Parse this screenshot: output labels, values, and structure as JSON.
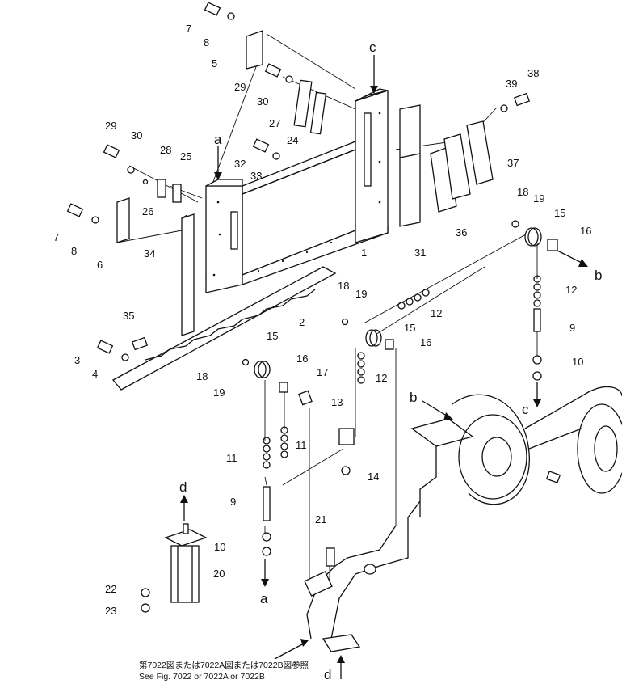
{
  "parts": [
    "1",
    "2",
    "3",
    "4",
    "5",
    "6",
    "7",
    "8",
    "9",
    "10",
    "11",
    "12",
    "13",
    "14",
    "15",
    "16",
    "17",
    "18",
    "19",
    "20",
    "21",
    "22",
    "23",
    "24",
    "25",
    "26",
    "27",
    "28",
    "29",
    "30",
    "31",
    "32",
    "33",
    "34",
    "35",
    "36",
    "37",
    "38",
    "39"
  ],
  "callout_labels": [
    {
      "id": "7a",
      "text": "7"
    },
    {
      "id": "8a",
      "text": "8"
    },
    {
      "id": "5",
      "text": "5"
    },
    {
      "id": "29a",
      "text": "29"
    },
    {
      "id": "30a",
      "text": "30"
    },
    {
      "id": "27",
      "text": "27"
    },
    {
      "id": "24",
      "text": "24"
    },
    {
      "id": "32",
      "text": "32"
    },
    {
      "id": "33",
      "text": "33"
    },
    {
      "id": "29b",
      "text": "29"
    },
    {
      "id": "30b",
      "text": "30"
    },
    {
      "id": "28",
      "text": "28"
    },
    {
      "id": "25",
      "text": "25"
    },
    {
      "id": "26",
      "text": "26"
    },
    {
      "id": "7b",
      "text": "7"
    },
    {
      "id": "8b",
      "text": "8"
    },
    {
      "id": "6",
      "text": "6"
    },
    {
      "id": "34",
      "text": "34"
    },
    {
      "id": "1",
      "text": "1"
    },
    {
      "id": "31",
      "text": "31"
    },
    {
      "id": "36",
      "text": "36"
    },
    {
      "id": "37",
      "text": "37"
    },
    {
      "id": "38",
      "text": "38"
    },
    {
      "id": "39",
      "text": "39"
    },
    {
      "id": "18a",
      "text": "18"
    },
    {
      "id": "19a",
      "text": "19"
    },
    {
      "id": "15a",
      "text": "15"
    },
    {
      "id": "16a",
      "text": "16"
    },
    {
      "id": "12a",
      "text": "12"
    },
    {
      "id": "9a",
      "text": "9"
    },
    {
      "id": "10a",
      "text": "10"
    },
    {
      "id": "35",
      "text": "35"
    },
    {
      "id": "2",
      "text": "2"
    },
    {
      "id": "3",
      "text": "3"
    },
    {
      "id": "4",
      "text": "4"
    },
    {
      "id": "18b",
      "text": "18"
    },
    {
      "id": "19b",
      "text": "19"
    },
    {
      "id": "12b",
      "text": "12"
    },
    {
      "id": "15b",
      "text": "15"
    },
    {
      "id": "16b",
      "text": "16"
    },
    {
      "id": "18c",
      "text": "18"
    },
    {
      "id": "19c",
      "text": "19"
    },
    {
      "id": "15c",
      "text": "15"
    },
    {
      "id": "16c",
      "text": "16"
    },
    {
      "id": "17",
      "text": "17"
    },
    {
      "id": "11a",
      "text": "11"
    },
    {
      "id": "11b",
      "text": "11"
    },
    {
      "id": "13",
      "text": "13"
    },
    {
      "id": "14",
      "text": "14"
    },
    {
      "id": "9b",
      "text": "9"
    },
    {
      "id": "10b",
      "text": "10"
    },
    {
      "id": "21",
      "text": "21"
    },
    {
      "id": "20",
      "text": "20"
    },
    {
      "id": "22",
      "text": "22"
    },
    {
      "id": "23",
      "text": "23"
    }
  ],
  "reference_letters": [
    {
      "id": "c_top",
      "text": "c"
    },
    {
      "id": "a_top",
      "text": "a"
    },
    {
      "id": "b_right",
      "text": "b"
    },
    {
      "id": "c_right",
      "text": "c"
    },
    {
      "id": "b_frame",
      "text": "b"
    },
    {
      "id": "d_top",
      "text": "d"
    },
    {
      "id": "a_bottom",
      "text": "a"
    },
    {
      "id": "d_bottom",
      "text": "d"
    }
  ],
  "note": {
    "line1": "第7022図または7022A図または7022B図参照",
    "line2": "See Fig. 7022 or 7022A or 7022B"
  }
}
